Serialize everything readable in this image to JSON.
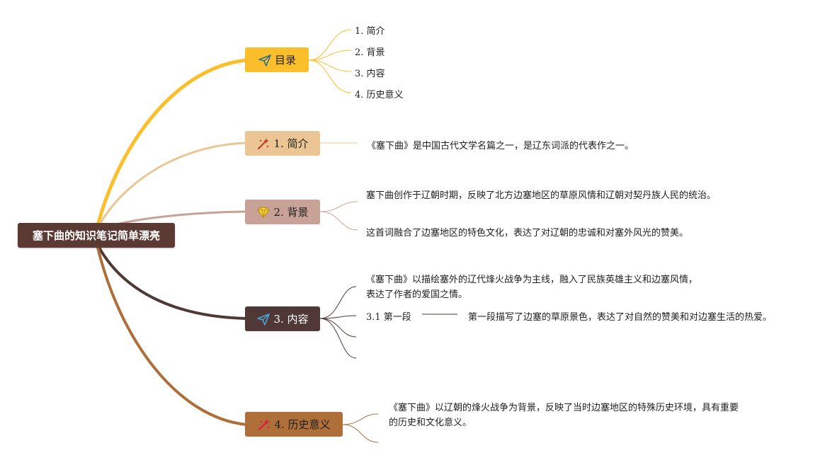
{
  "root": {
    "title": "塞下曲的知识笔记简单漂亮"
  },
  "branches": [
    {
      "label": "目录",
      "color": "#fbbf2c",
      "icon": "paper-plane-icon",
      "children": [
        "1. 简介",
        "2. 背景",
        "3. 内容",
        "4. 历史意义"
      ]
    },
    {
      "label": "1. 简介",
      "color": "#ebc694",
      "icon": "sparkle-wand-icon",
      "children": [
        "《塞下曲》是中国古代文学名篇之一，是辽东词派的代表作之一。"
      ]
    },
    {
      "label": "2. 背景",
      "color": "#c8a296",
      "icon": "diamond-icon",
      "children": [
        "塞下曲创作于辽朝时期，反映了北方边塞地区的草原风情和辽朝对契丹族人民的统治。",
        "这首词融合了边塞地区的特色文化，表达了对辽朝的忠诚和对塞外风光的赞美。"
      ]
    },
    {
      "label": "3. 内容",
      "color": "#4f3835",
      "icon": "paper-plane-icon",
      "children": [
        "《塞下曲》以描绘塞外的辽代烽火战争为主线，融入了民族英雄主义和边塞风情，表达了作者的爱国之情。",
        "3.1 第一段"
      ],
      "sub_detail": "第一段描写了边塞的草原景色，表达了对自然的赞美和对边塞生活的热爱。"
    },
    {
      "label": "4. 历史意义",
      "color": "#ae6f3a",
      "icon": "sparkle-wand-icon",
      "children": [
        "《塞下曲》以辽朝的烽火战争为背景，反映了当时边塞地区的特殊历史环境，具有重要的历史和文化意义。"
      ]
    }
  ]
}
